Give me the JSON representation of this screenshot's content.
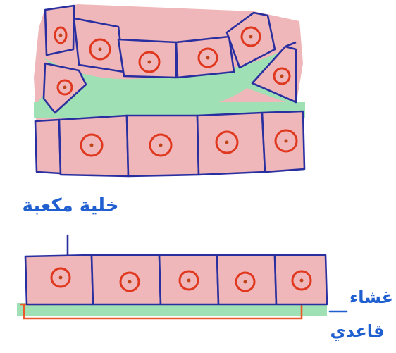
{
  "labels": {
    "cuboidal_cell": "خلية مكعبة",
    "basement_membrane_line1": "غشاء",
    "basement_membrane_line2": "قاعدي"
  },
  "colors": {
    "cell_fill": "#efb7b9",
    "cell_outline": "#2a2fa0",
    "nucleus_outline": "#e0381e",
    "nucleolus": "#c0441a",
    "lumen": "#9fe0b4",
    "membrane_line": "#ec5a2a",
    "annotation_ink": "#1f5fcf"
  },
  "icons": [
    "cell-nucleus",
    "pointer-line",
    "basement-membrane"
  ]
}
